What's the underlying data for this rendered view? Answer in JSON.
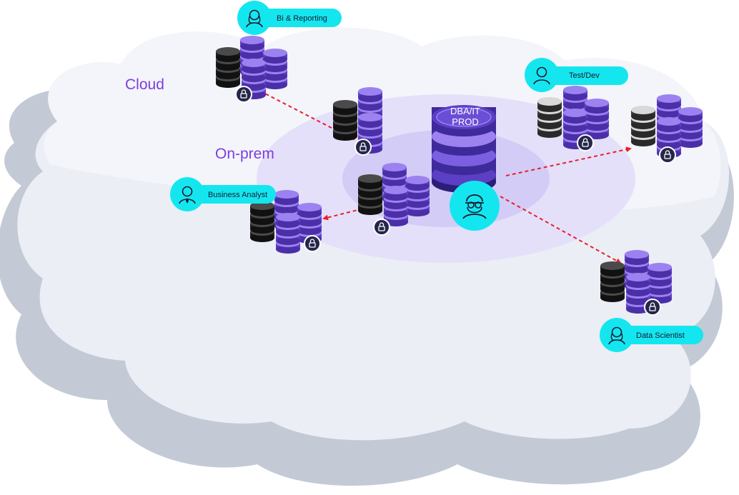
{
  "zones": {
    "cloud": "Cloud",
    "onprem": "On-prem"
  },
  "hub": {
    "line1": "DBA/IT",
    "line2": "PROD",
    "user_icon": "dba-user-icon"
  },
  "roles": {
    "bi": {
      "label": "Bi & Reporting",
      "icon": "female-user-icon"
    },
    "testdev": {
      "label": "Test/Dev",
      "icon": "user-icon"
    },
    "analyst": {
      "label": "Business Analyst",
      "icon": "suited-user-icon"
    },
    "scientist": {
      "label": "Data Scientist",
      "icon": "female-user-icon"
    }
  },
  "colors": {
    "accent_cyan": "#14e6f0",
    "db_purple": "#8b6fe6",
    "db_dark": "#2b2b2b",
    "db_silver": "#cfcfcf",
    "arrow_red": "#e8202a",
    "label_purple": "#7d3ce0",
    "lock_navy": "#25264a"
  }
}
